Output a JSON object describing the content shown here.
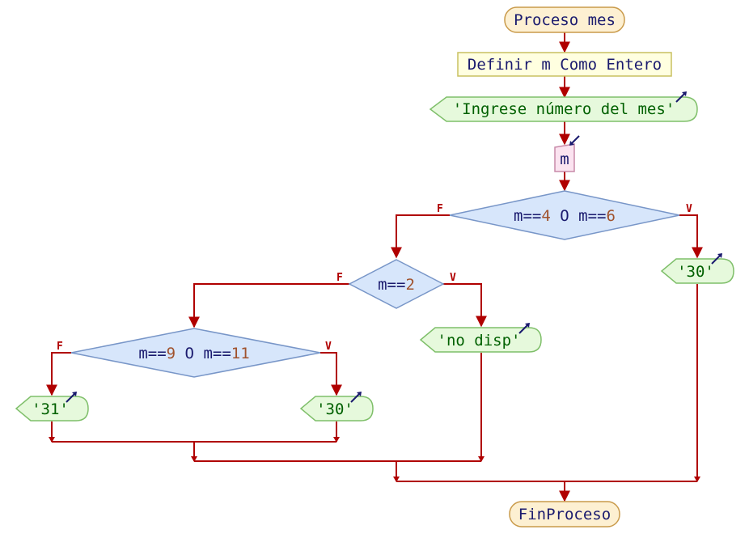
{
  "colors": {
    "edge": "#b00000",
    "terminal_fill": "#fdf0d2",
    "terminal_stroke": "#c99a4a",
    "define_fill": "#ffffe0",
    "define_stroke": "#c9c060",
    "output_fill": "#e6f9dc",
    "output_stroke": "#7fbf6a",
    "input_fill": "#fbe3f0",
    "input_stroke": "#c88aa8",
    "decision_fill": "#d7e6fb",
    "decision_stroke": "#7896c8",
    "text_dark": "#1a1a6e",
    "text_string": "#006000",
    "text_number": "#a0522d"
  },
  "nodes": {
    "start": {
      "text": "Proceso mes"
    },
    "define": {
      "text": "Definir m Como Entero"
    },
    "prompt": {
      "text": "'Ingrese número del mes'"
    },
    "read": {
      "text": "m"
    },
    "cond1": {
      "var1": "m==",
      "num1": "4",
      "op": " O ",
      "var2": "m==",
      "num2": "6"
    },
    "cond2": {
      "var1": "m==",
      "num1": "2"
    },
    "cond3": {
      "var1": "m==",
      "num1": "9",
      "op": " O ",
      "var2": "m==",
      "num2": "11"
    },
    "out_30_a": {
      "text": "'30'"
    },
    "out_nodisp": {
      "text": "'no disp'"
    },
    "out_31": {
      "text": "'31'"
    },
    "out_30_b": {
      "text": "'30'"
    },
    "end": {
      "text": "FinProceso"
    }
  },
  "branch_labels": {
    "false": "F",
    "true": "V"
  }
}
